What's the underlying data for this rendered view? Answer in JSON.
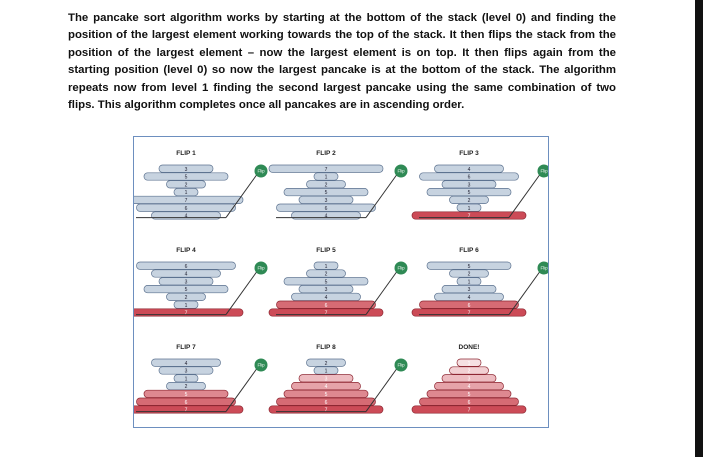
{
  "document": {
    "paragraph": "The pancake sort algorithm works by starting at the bottom of the stack (level 0) and finding the position of the largest element working towards the top of the stack. It then flips the stack from the position of the largest element – now the largest element is on top. It then flips again from the starting position (level 0) so now the largest pancake is at the bottom of the stack. The algorithm repeats now from level 1 finding the second largest pancake using the same combination of two flips. This algorithm completes once all pancakes are in ascending order."
  },
  "figure": {
    "flip_badge": "Flip",
    "panels": [
      {
        "label": "FLIP 1",
        "stack": [
          3,
          5,
          2,
          1,
          7,
          6,
          4
        ],
        "sorted": 0
      },
      {
        "label": "FLIP 2",
        "stack": [
          7,
          1,
          2,
          5,
          3,
          6,
          4
        ],
        "sorted": 0
      },
      {
        "label": "FLIP 3",
        "stack": [
          4,
          6,
          3,
          5,
          2,
          1,
          7
        ],
        "sorted": 1
      },
      {
        "label": "FLIP 4",
        "stack": [
          6,
          4,
          3,
          5,
          2,
          1,
          7
        ],
        "sorted": 1
      },
      {
        "label": "FLIP 5",
        "stack": [
          1,
          2,
          5,
          3,
          4,
          6,
          7
        ],
        "sorted": 2
      },
      {
        "label": "FLIP 6",
        "stack": [
          5,
          2,
          1,
          3,
          4,
          6,
          7
        ],
        "sorted": 2
      },
      {
        "label": "FLIP 7",
        "stack": [
          4,
          3,
          1,
          2,
          5,
          6,
          7
        ],
        "sorted": 3
      },
      {
        "label": "FLIP 8",
        "stack": [
          2,
          1,
          3,
          4,
          5,
          6,
          7
        ],
        "sorted": 5
      },
      {
        "label": "DONE!",
        "stack": [
          1,
          2,
          3,
          4,
          5,
          6,
          7
        ],
        "sorted": 7
      }
    ]
  },
  "colors": {
    "pancake_fill": "#c7d3e0",
    "pancake_stroke": "#5d7390",
    "sorted_fill": "#cc4b57",
    "sorted_stroke": "#8e2732",
    "flip_badge": "#2f8a55",
    "figure_border": "#6d8fbf"
  }
}
